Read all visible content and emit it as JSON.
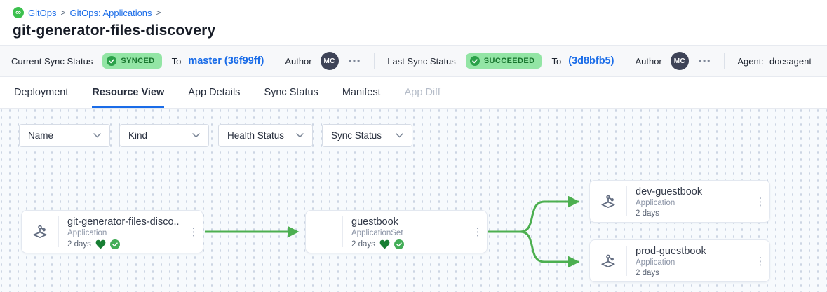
{
  "breadcrumb": {
    "app": "GitOps",
    "section": "GitOps: Applications",
    "separator": ">"
  },
  "page": {
    "title": "git-generator-files-discovery"
  },
  "status_bar": {
    "current_sync": {
      "label": "Current Sync Status",
      "badge": "SYNCED",
      "to_label": "To",
      "revision": "master (36f99ff)",
      "author_label": "Author",
      "author_initials": "MC",
      "more": "•••"
    },
    "last_sync": {
      "label": "Last Sync Status",
      "badge": "SUCCEEDED",
      "to_label": "To",
      "revision": "(3d8bfb5)",
      "author_label": "Author",
      "author_initials": "MC",
      "more": "•••"
    },
    "agent": {
      "label": "Agent:",
      "value": "docsagent"
    }
  },
  "tabs": [
    {
      "label": "Deployment"
    },
    {
      "label": "Resource View"
    },
    {
      "label": "App Details"
    },
    {
      "label": "Sync Status"
    },
    {
      "label": "Manifest"
    },
    {
      "label": "App Diff"
    }
  ],
  "filters": [
    {
      "label": "Name"
    },
    {
      "label": "Kind"
    },
    {
      "label": "Health Status"
    },
    {
      "label": "Sync Status"
    }
  ],
  "graph": {
    "nodes": [
      {
        "title": "git-generator-files-disco...",
        "kind": "Application",
        "age": "2 days"
      },
      {
        "title": "guestbook",
        "kind": "ApplicationSet",
        "age": "2 days"
      },
      {
        "title": "dev-guestbook",
        "kind": "Application",
        "age": "2 days"
      },
      {
        "title": "prod-guestbook",
        "kind": "Application",
        "age": "2 days"
      }
    ]
  },
  "icons": {
    "gitops_logo": "∞",
    "kebab": "⋮"
  },
  "colors": {
    "accent_blue": "#1a6ce8",
    "badge_bg": "#93e5a5",
    "badge_text": "#17742d",
    "badge_check": "#2ba149",
    "health_heart": "#177e33",
    "sync_check": "#43ad57",
    "connector_green": "#4caf50",
    "avatar_bg": "#3e4357"
  }
}
